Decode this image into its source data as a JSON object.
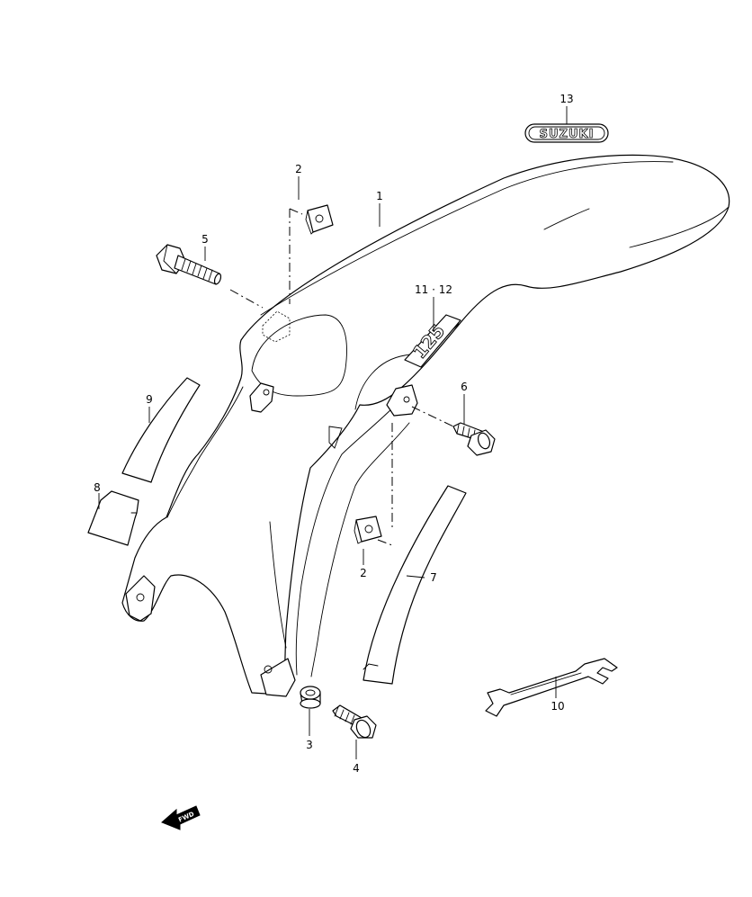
{
  "callouts": {
    "p1": "1",
    "p2_top": "2",
    "p2_bottom": "2",
    "p3": "3",
    "p4": "4",
    "p5": "5",
    "p6": "6",
    "p7": "7",
    "p8": "8",
    "p9": "9",
    "p10": "10",
    "p11_12": "11 · 12",
    "p13": "13"
  },
  "decals": {
    "brand_emblem": "SUZUKI",
    "model_decal": "125"
  },
  "fwd_arrow": "FWD"
}
